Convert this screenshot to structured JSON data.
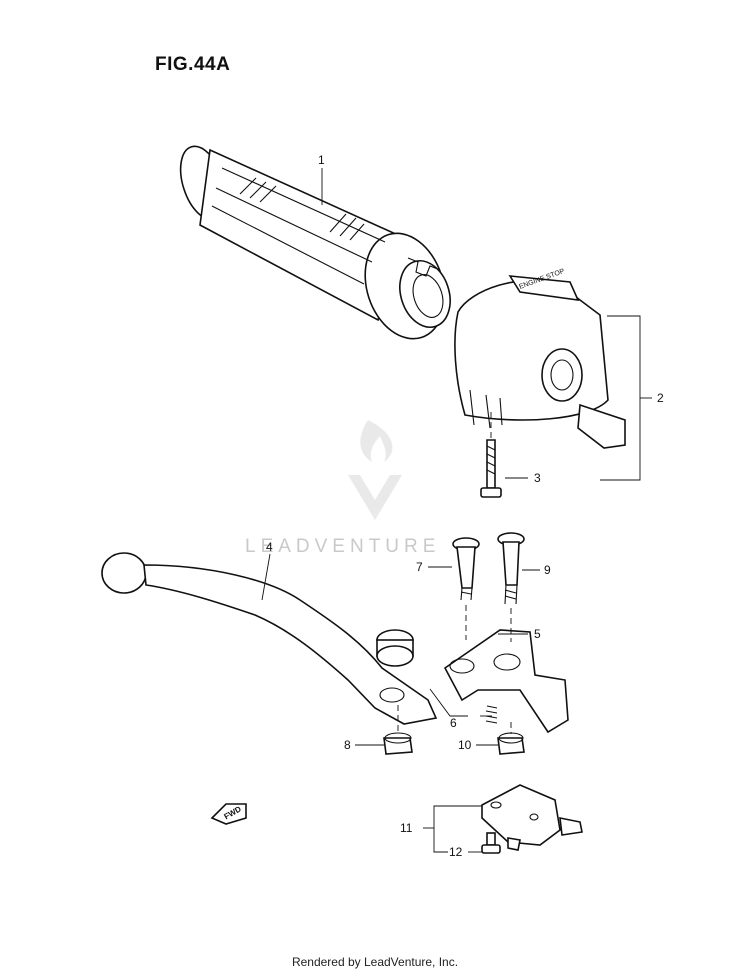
{
  "figure": {
    "title": "FIG.44A"
  },
  "callouts": [
    "1",
    "2",
    "3",
    "4",
    "5",
    "6",
    "7",
    "8",
    "9",
    "10",
    "11",
    "12"
  ],
  "fwd_label": "FWD",
  "switch_label": "ENGINE STOP",
  "watermark": "LEADVENTURE",
  "footer": "Rendered by LeadVenture, Inc."
}
